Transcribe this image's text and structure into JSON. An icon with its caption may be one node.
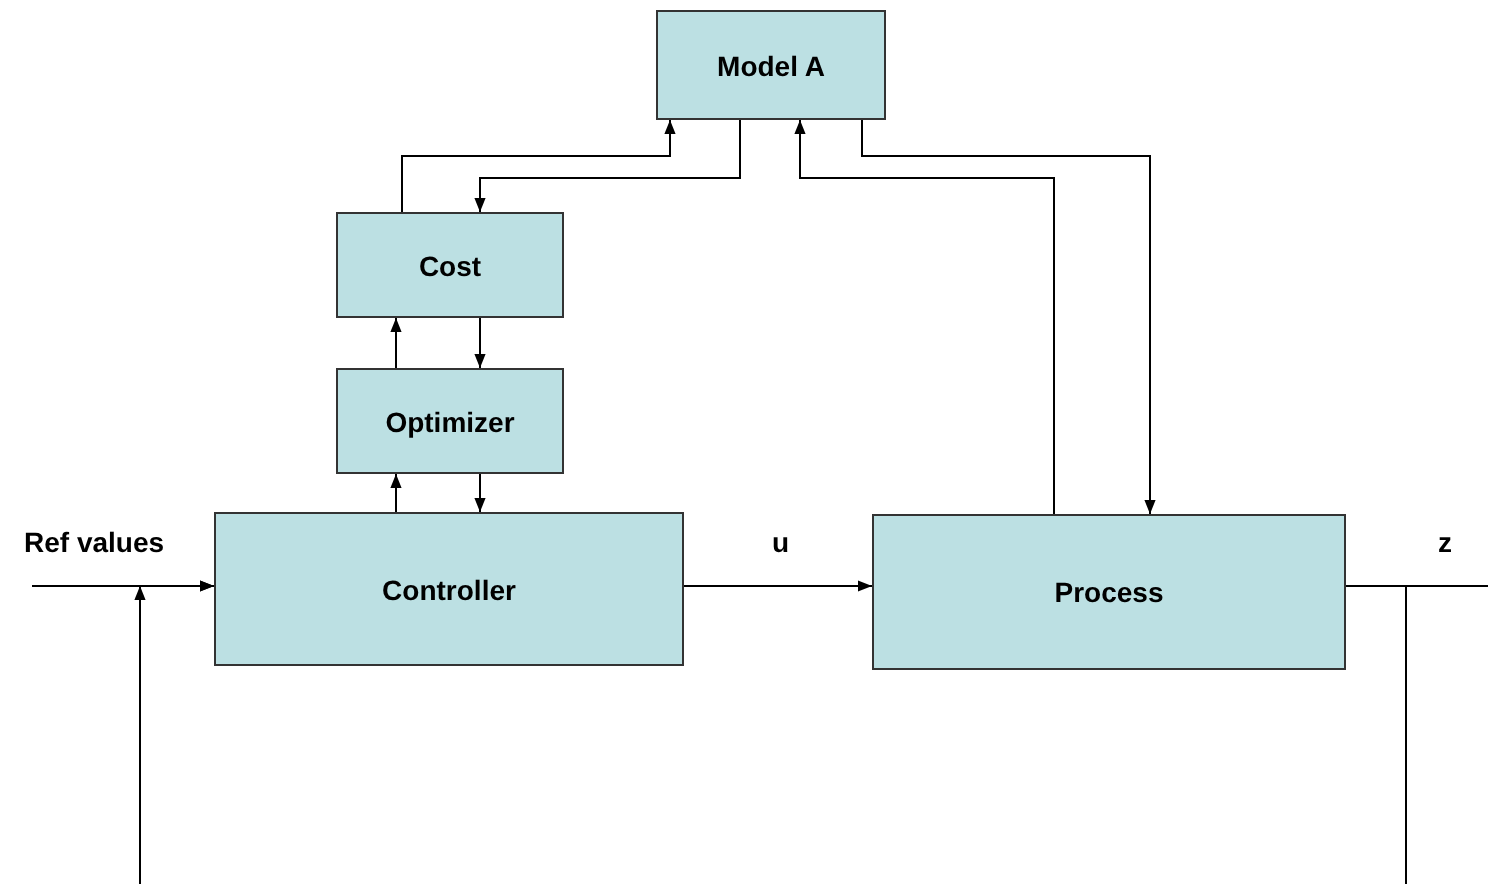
{
  "diagram": {
    "nodes": [
      {
        "text": [
          "Model A"
        ]
      },
      {
        "text": [
          "Cost"
        ]
      },
      {
        "text": [
          "Optimizer"
        ]
      },
      {
        "text": [
          "Controller"
        ]
      },
      {
        "text": [
          "Process"
        ]
      }
    ],
    "edges": [
      {
        "from": 1,
        "to": 0,
        "arrow": "to"
      },
      {
        "from": 0,
        "to": 1,
        "arrow": "to"
      },
      {
        "from": 4,
        "to": 0,
        "arrow": "to"
      },
      {
        "from": 0,
        "to": 4,
        "arrow": "to"
      },
      {
        "from": 2,
        "to": 1,
        "arrow": "to"
      },
      {
        "from": 1,
        "to": 2,
        "arrow": "to"
      },
      {
        "from": 3,
        "to": 2,
        "arrow": "to"
      },
      {
        "from": 2,
        "to": 3,
        "arrow": "to"
      },
      {
        "from": null,
        "to": 3,
        "arrow": "to",
        "label": "Ref values"
      },
      {
        "from": 3,
        "to": 4,
        "arrow": "to",
        "label": "u"
      },
      {
        "from": 4,
        "to": null,
        "arrow": "none",
        "label": "z"
      },
      {
        "from": 4,
        "to": null,
        "arrow": "none"
      },
      {
        "from": null,
        "to": 3,
        "arrow": "to"
      }
    ]
  }
}
